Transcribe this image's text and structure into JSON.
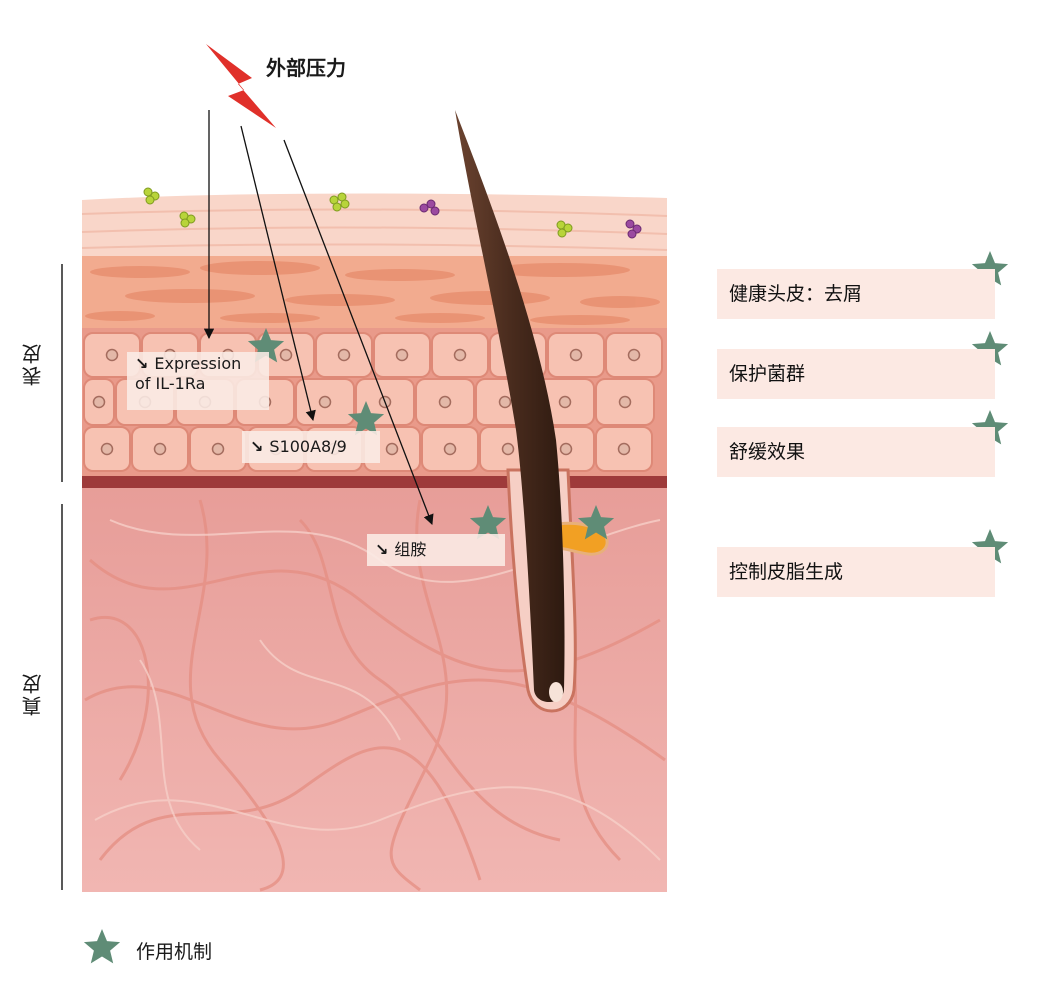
{
  "labels": {
    "external_stress": "外部压力",
    "epidermis": "表皮",
    "dermis": "真皮",
    "legend": "作用机制"
  },
  "markers": [
    {
      "arrow": "↘",
      "text_line1": "Expression",
      "text_line2": "of IL-1Ra"
    },
    {
      "arrow": "↘",
      "text_line1": "S100A8/9"
    },
    {
      "arrow": "↘",
      "text_line1": "组胺"
    }
  ],
  "effects": [
    {
      "label": "健康头皮：去屑"
    },
    {
      "label": "保护菌群"
    },
    {
      "label": "舒缓效果"
    },
    {
      "label": "控制皮脂生成"
    }
  ],
  "colors": {
    "star": "#5f8c76",
    "effect_box": "#fce9e3",
    "dermis": "#efaea8",
    "epidermis": "#f4b8a6",
    "hair": "#4a2c1e",
    "bolt": "#e0302a",
    "sebaceous": "#f2a023"
  }
}
